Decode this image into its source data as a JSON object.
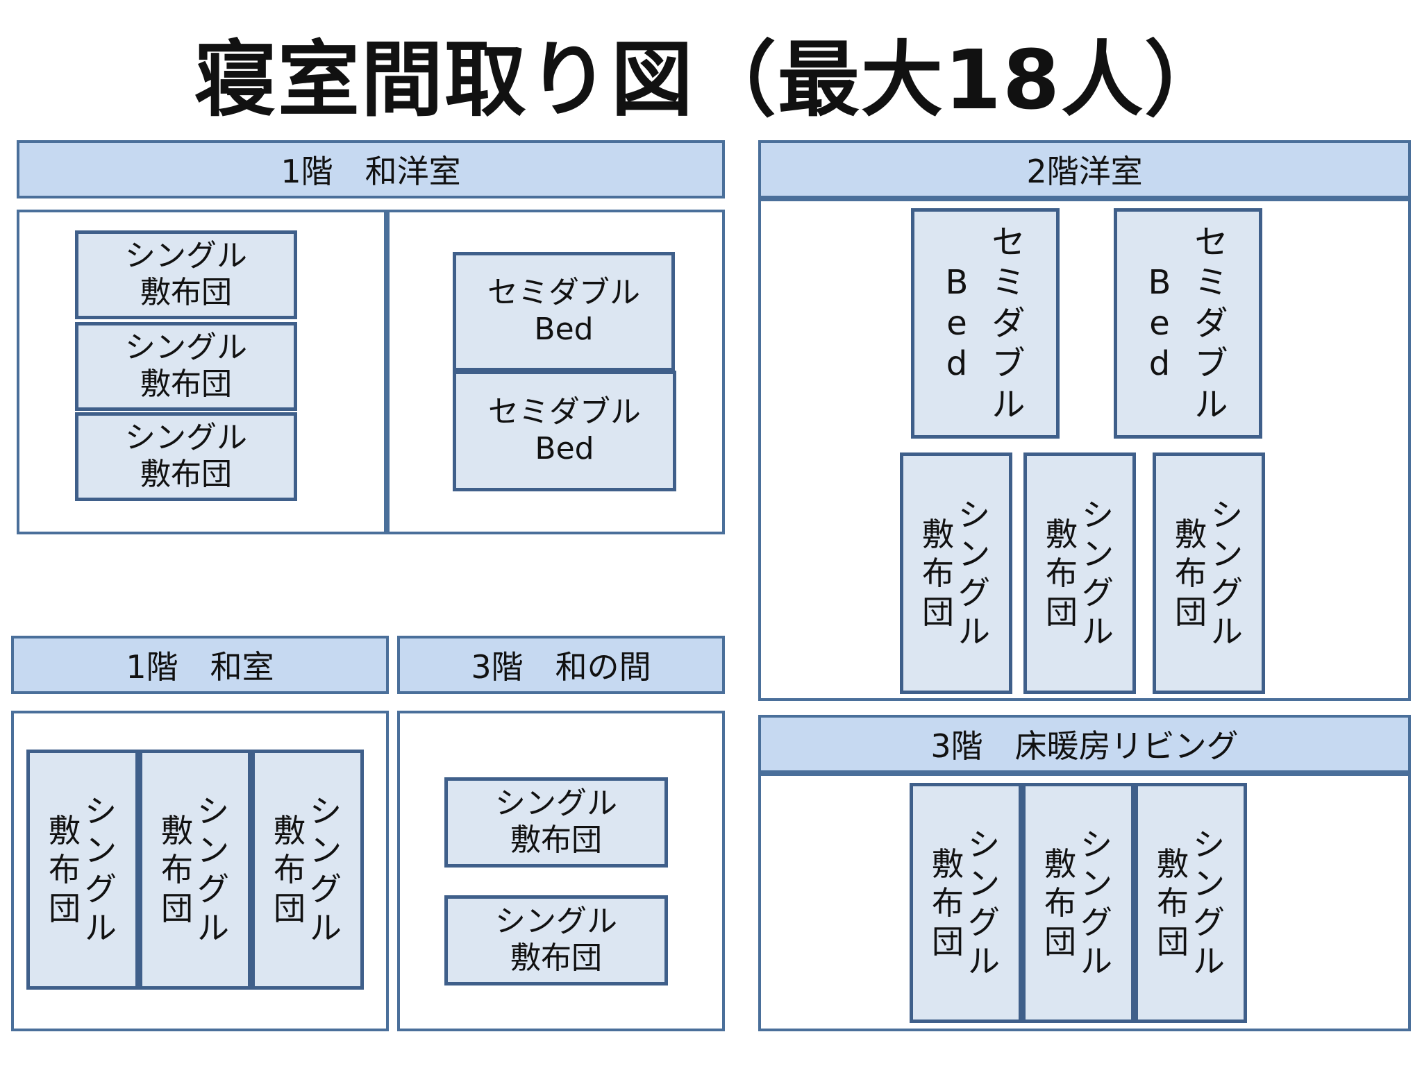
{
  "title": "寝室間取り図（最大18人）",
  "rooms": {
    "r1_wayou": {
      "name": "1階　和洋室",
      "left_futons": [
        "シングル\n敷布団",
        "シングル\n敷布団",
        "シングル\n敷布団"
      ],
      "right_beds": [
        "セミダブル\nBed",
        "セミダブル\nBed"
      ]
    },
    "r2_youshitsu": {
      "name": "2階洋室",
      "beds": [
        "セミダブル\nBed",
        "セミダブル\nBed"
      ],
      "futons": [
        "シングル\n敷布団",
        "シングル\n敷布団",
        "シングル\n敷布団"
      ]
    },
    "r1_washitsu": {
      "name": "1階　和室",
      "futons": [
        "シングル\n敷布団",
        "シングル\n敷布団",
        "シングル\n敷布団"
      ]
    },
    "r3_wanoma": {
      "name": "3階　和の間",
      "futons": [
        "シングル\n敷布団",
        "シングル\n敷布団"
      ]
    },
    "r3_living": {
      "name": "3階　床暖房リビング",
      "futons": [
        "シングル\n敷布団",
        "シングル\n敷布団",
        "シングル\n敷布団"
      ]
    }
  },
  "colors": {
    "header_fill": "#c6d9f1",
    "bed_fill": "#dce6f2",
    "border": "#4a6f9a"
  }
}
